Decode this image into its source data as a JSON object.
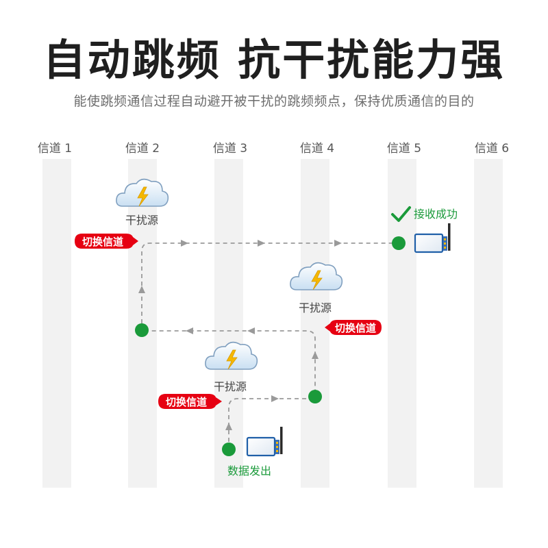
{
  "header": {
    "title": "自动跳频 抗干扰能力强",
    "subtitle": "能使跳频通信过程自动避开被干扰的跳频频点，保持优质通信的目的"
  },
  "channels": [
    "信道 1",
    "信道 2",
    "信道 3",
    "信道 4",
    "信道 5",
    "信道 6"
  ],
  "interference_label": "干扰源",
  "switch_label": "切换信道",
  "send_label": "数据发出",
  "success_label": "接收成功",
  "colors": {
    "node_green": "#1a9a3a",
    "badge_red": "#e60012",
    "channel_bar": "#f2f2f2",
    "path_dash": "#9a9a9a",
    "device_blue": "#1f5fa8"
  },
  "icons": [
    "cloud-lightning-icon",
    "radio-module-icon",
    "checkmark-icon"
  ]
}
